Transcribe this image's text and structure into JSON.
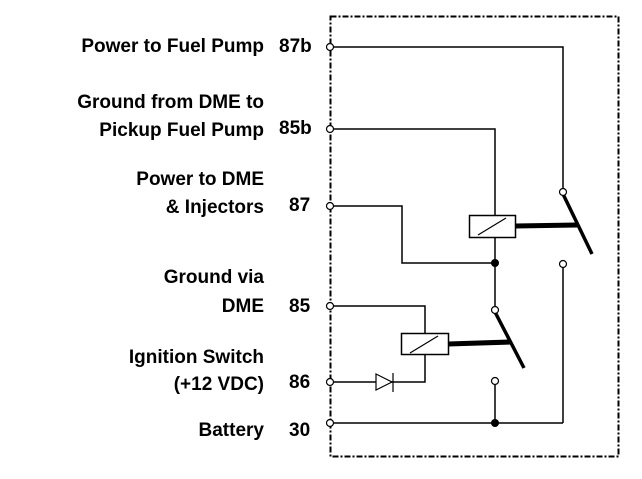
{
  "diagram": {
    "type": "relay wiring schematic",
    "terminals": [
      {
        "pin": "87b",
        "label_lines": [
          "Power to Fuel Pump"
        ]
      },
      {
        "pin": "85b",
        "label_lines": [
          "Ground from DME to",
          "Pickup Fuel Pump"
        ]
      },
      {
        "pin": "87",
        "label_lines": [
          "Power to DME",
          "& Injectors"
        ]
      },
      {
        "pin": "85",
        "label_lines": [
          "Ground via",
          "DME"
        ]
      },
      {
        "pin": "86",
        "label_lines": [
          "Ignition Switch",
          "(+12 VDC)"
        ]
      },
      {
        "pin": "30",
        "label_lines": [
          "Battery"
        ]
      }
    ],
    "components": [
      {
        "name": "upper-relay",
        "coil_between": [
          "85b",
          "junction-87"
        ],
        "switch": "87b"
      },
      {
        "name": "lower-relay",
        "coil_between": [
          "85",
          "86"
        ],
        "switch": "87"
      },
      {
        "name": "diode",
        "on": "86"
      }
    ],
    "colors": {
      "line": "#000000",
      "background": "#ffffff"
    }
  }
}
